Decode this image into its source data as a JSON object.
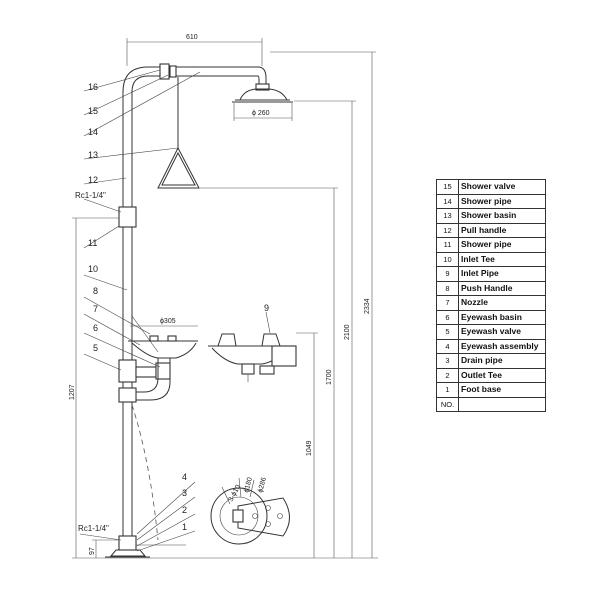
{
  "callouts": {
    "c16": "16",
    "c15": "15",
    "c14": "14",
    "c13": "13",
    "c12": "12",
    "c11": "11",
    "c10": "10",
    "c8": "8",
    "c7": "7",
    "c6": "6",
    "c5": "5",
    "c9": "9",
    "c4": "4",
    "c3": "3",
    "c2": "2",
    "c1": "1",
    "rc_top": "Rc1-1/4\"",
    "rc_bottom": "Rc1-1/4\""
  },
  "dimensions": {
    "width_610": "610",
    "head_dia": "ϕ 260",
    "basin_dia": "ϕ305",
    "h_2334": "2334",
    "h_2100": "2100",
    "h_1700": "1700",
    "h_1049": "1049",
    "h_1207": "1207",
    "h_97": "97",
    "hole_3": "3-ϕ10",
    "dia_180": "ϕ180",
    "dia_286": "ϕ286"
  },
  "parts": [
    {
      "no": "15",
      "name": "Shower valve"
    },
    {
      "no": "14",
      "name": "Shower pipe"
    },
    {
      "no": "13",
      "name": "Shower basin"
    },
    {
      "no": "12",
      "name": "Pull handle"
    },
    {
      "no": "11",
      "name": "Shower pipe"
    },
    {
      "no": "10",
      "name": "Inlet Tee"
    },
    {
      "no": "9",
      "name": "Inlet Pipe"
    },
    {
      "no": "8",
      "name": "Push Handle"
    },
    {
      "no": "7",
      "name": "Nozzle"
    },
    {
      "no": "6",
      "name": "Eyewash basin"
    },
    {
      "no": "5",
      "name": "Eyewash valve"
    },
    {
      "no": "4",
      "name": "Eyewash assembly"
    },
    {
      "no": "3",
      "name": "Drain pipe"
    },
    {
      "no": "2",
      "name": "Outlet Tee"
    },
    {
      "no": "1",
      "name": "Foot base"
    },
    {
      "no": "NO.",
      "name": ""
    }
  ]
}
